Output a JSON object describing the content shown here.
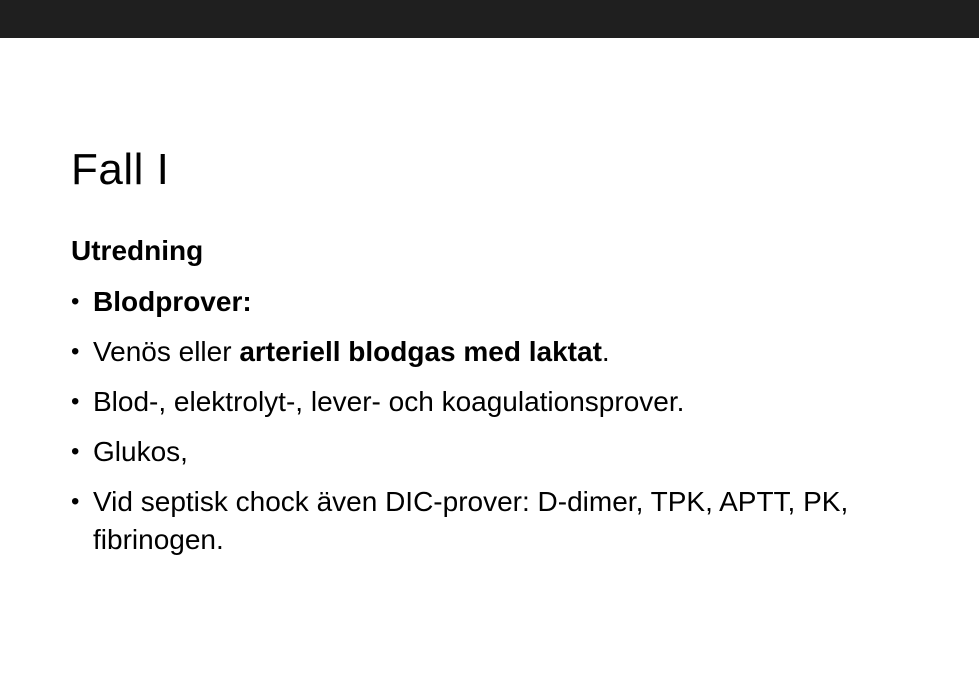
{
  "slide": {
    "title": "Fall I",
    "heading": "Utredning",
    "bullet_glyph": "•",
    "bullets": [
      {
        "bold": "Blodprover:"
      },
      {
        "pre": "Venös eller ",
        "bold": "arteriell blodgas med laktat",
        "post": "."
      },
      {
        "text": "Blod-, elektrolyt-, lever- och koagulationsprover."
      },
      {
        "text": "Glukos,"
      },
      {
        "text": "Vid septisk chock även DIC-prover: D-dimer, TPK, APTT, PK, fibrinogen."
      }
    ]
  },
  "colors": {
    "top_bar": "#1f1f1f",
    "background": "#ffffff",
    "text": "#000000"
  }
}
